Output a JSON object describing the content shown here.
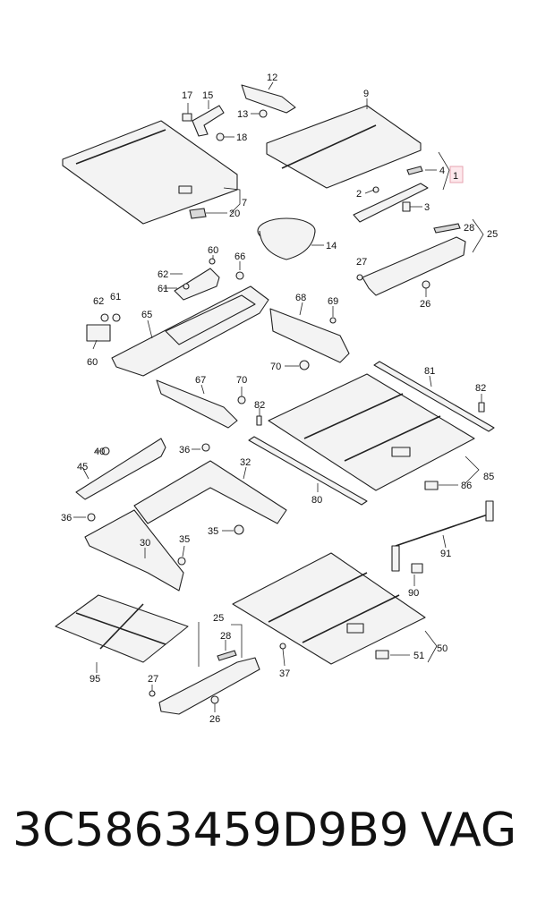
{
  "diagram": {
    "callouts": [
      "1",
      "2",
      "3",
      "4",
      "9",
      "12",
      "13",
      "14",
      "15",
      "17",
      "18",
      "20",
      "7",
      "25",
      "26",
      "27",
      "28",
      "60",
      "61",
      "62",
      "65",
      "66",
      "67",
      "68",
      "69",
      "70",
      "81",
      "82",
      "85",
      "86",
      "80",
      "32",
      "35",
      "36",
      "40",
      "45",
      "30",
      "90",
      "91",
      "95",
      "50",
      "51",
      "37"
    ]
  },
  "caption": {
    "part_number": "3C5863459D9B9",
    "brand": "VAG"
  },
  "colors": {
    "highlight": "#fde8ec",
    "line": "#222222"
  }
}
